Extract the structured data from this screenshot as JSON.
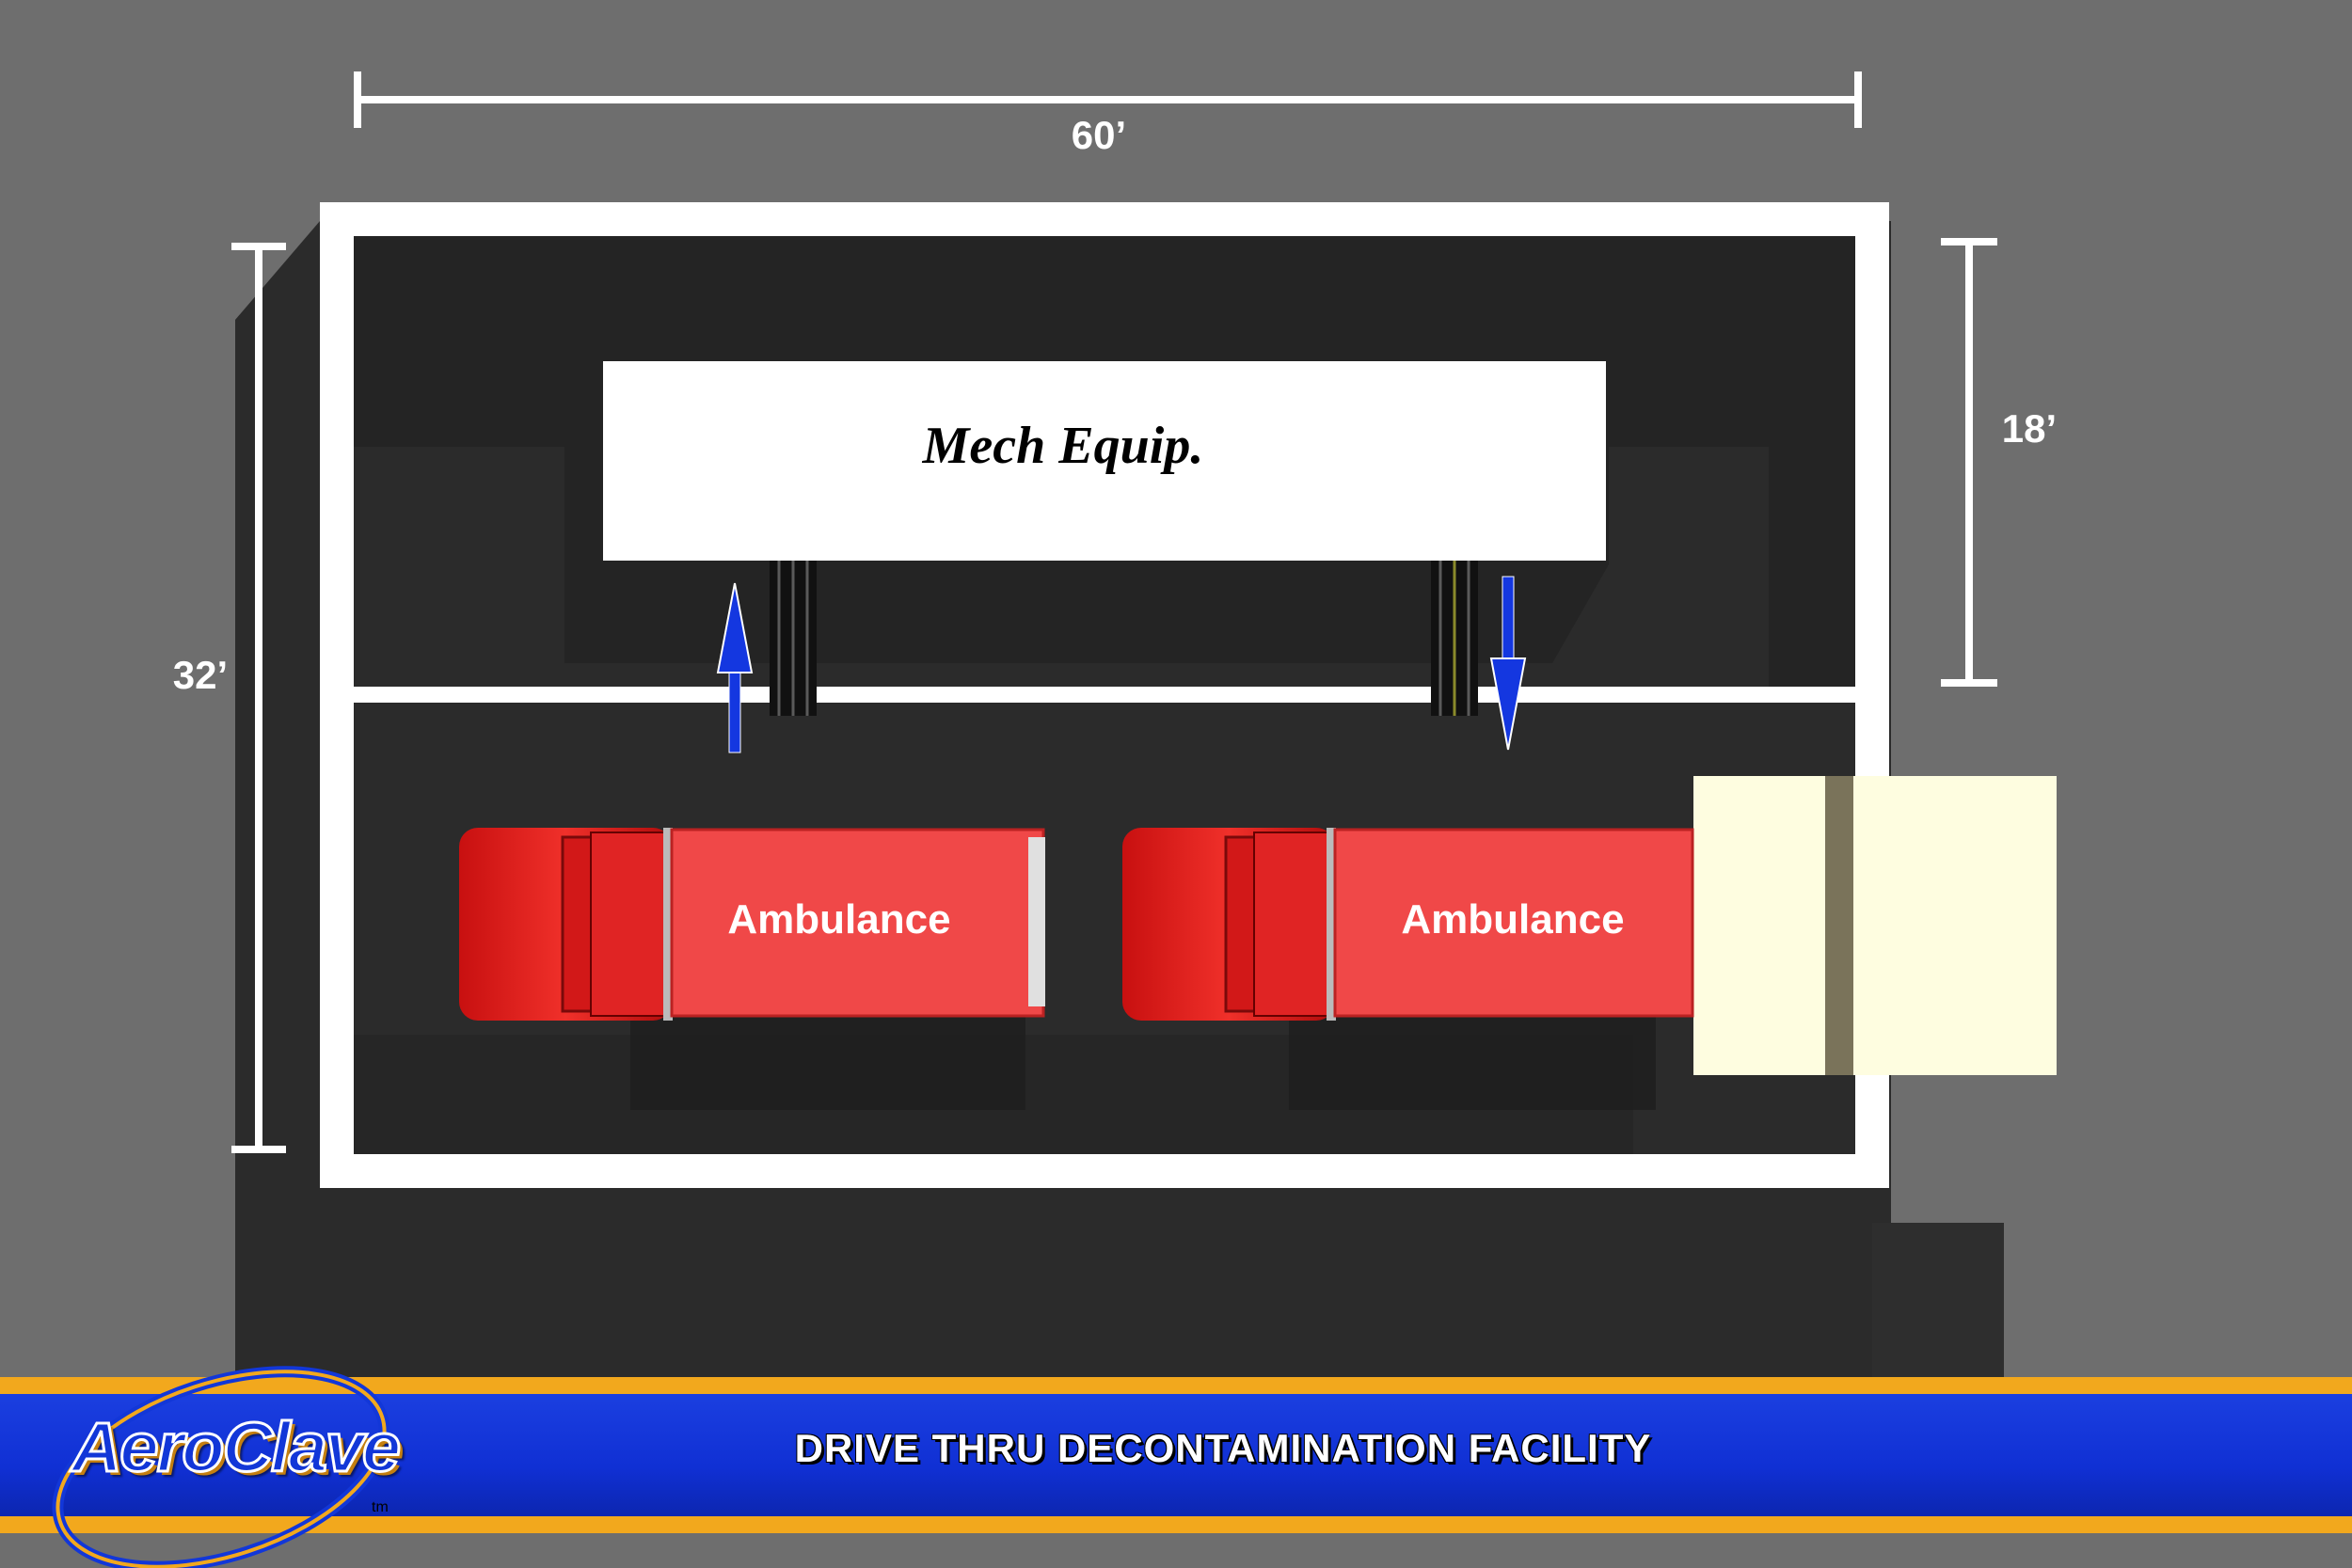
{
  "diagram": {
    "dimensions": {
      "width_label": "60’",
      "height_label": "32’",
      "bay_label": "18’"
    },
    "mech_equipment_label": "Mech Equip.",
    "vehicles": [
      {
        "label": "Ambulance"
      },
      {
        "label": "Ambulance"
      }
    ],
    "flow_arrows": [
      {
        "direction": "up"
      },
      {
        "direction": "down"
      }
    ]
  },
  "banner": {
    "title": "DRIVE THRU DECONTAMINATION FACILITY",
    "logo_text": "AeroClave",
    "logo_tm": "tm"
  },
  "colors": {
    "ground": "#6e6e6e",
    "floor": "#2b2b2b",
    "wall": "#ffffff",
    "ambulance": "#f04848",
    "arrow": "#1437e0",
    "door_panel": "#fefde0",
    "banner_blue": "#1030d4",
    "banner_gold": "#f2a81d"
  }
}
